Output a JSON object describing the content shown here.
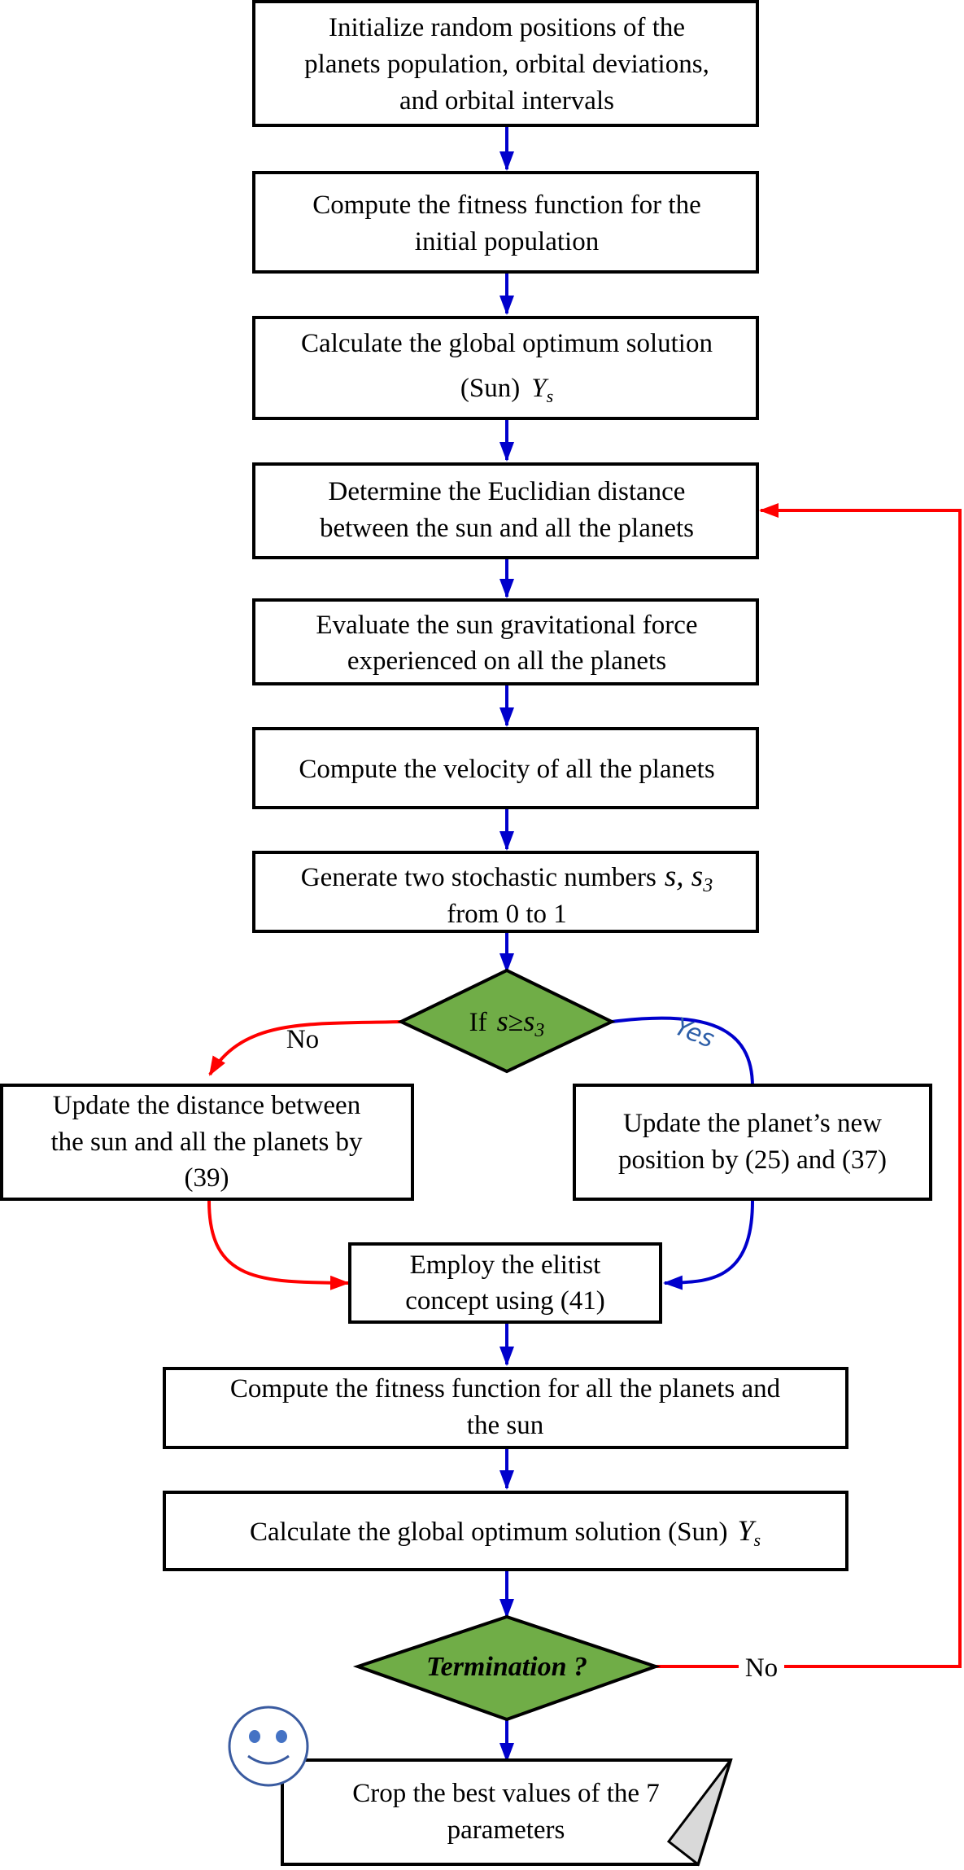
{
  "colors": {
    "box_stroke": "#000000",
    "decision_fill": "#70ad47",
    "flow_arrow": "#0000cc",
    "no_arrow": "#ff0000",
    "yes_arrow": "#0000cc",
    "yes_text": "#2e5fa8",
    "face_stroke": "#3a5ba0",
    "face_fill": "#ffffff",
    "eye_fill": "#4472c4"
  },
  "steps": {
    "init": [
      "Initialize random positions of the",
      "planets population, orbital deviations,",
      "and orbital intervals"
    ],
    "fitness_initial": [
      "Compute the fitness function for the",
      "initial population"
    ],
    "global_opt_1": [
      "Calculate the global optimum solution",
      "(Sun)",
      "Y",
      "s"
    ],
    "euclid": [
      "Determine the Euclidian distance",
      "between the sun and all the planets"
    ],
    "gravity": [
      "Evaluate the sun gravitational force",
      "experienced on all the planets"
    ],
    "velocity": [
      "Compute the velocity of all the planets"
    ],
    "stochastic": [
      "Generate two stochastic numbers",
      "s, s",
      "3",
      "from 0 to 1"
    ],
    "update_distance": [
      "Update the distance between",
      "the sun and all the planets by",
      "(39)"
    ],
    "update_position": [
      "Update the planet’s new",
      "position by (25) and (37)"
    ],
    "elitist": [
      "Employ the elitist",
      "concept using (41)"
    ],
    "fitness_all": [
      "Compute the fitness function for all the planets and",
      "the sun"
    ],
    "global_opt_2": [
      "Calculate the global optimum solution (Sun)",
      "Y",
      "s"
    ],
    "crop": [
      "Crop the  best values of the 7",
      "parameters"
    ]
  },
  "decisions": {
    "if_prefix": "If",
    "if_s": "s",
    "if_op": "≥",
    "if_s3": "s",
    "if_sub": "3",
    "termination": "Termination ?"
  },
  "labels": {
    "no_left": "No",
    "yes_right": "Yes",
    "no_loop": "No"
  },
  "icons": {
    "smiley": "smiley-face-icon"
  }
}
